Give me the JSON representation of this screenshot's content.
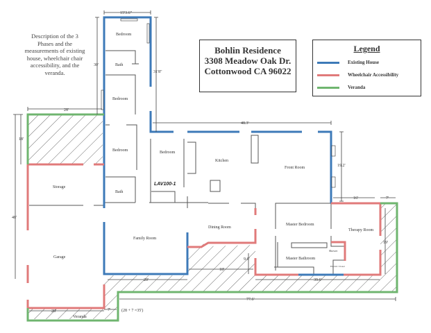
{
  "description": "Description of the 3 Phases and the measurements of existing house, wheelchair chair accessibility, and the veranda.",
  "title": {
    "line1": "Bohlin Residence",
    "line2": "3308 Meadow Oak Dr.",
    "line3": "Cottonwood  CA  96022"
  },
  "legend": {
    "title": "Legend",
    "items": [
      {
        "label": "Existing House",
        "color": "#3d7ab8"
      },
      {
        "label": "Wheelchair Accessibility",
        "color": "#e07a7a"
      },
      {
        "label": "Veranda",
        "color": "#6fb56f"
      }
    ]
  },
  "rooms": {
    "bedroom1": "Bedroom",
    "bath1": "Bath",
    "bedroom2": "Bedroom",
    "bedroom3": "Bedroom",
    "bath2": "Bath",
    "bedroom4": "Bedroom",
    "kitchen": "Kitchen",
    "front_room": "Front Room",
    "storage": "Storage",
    "garage": "Garage",
    "family_room": "Family Room",
    "dining_room": "Dining Room",
    "master_bedroom": "Master Bedroom",
    "master_bathroom": "Master Bathroom",
    "shower": "Shower",
    "closet": "Electric Closet",
    "therapy_room": "Therapy Room",
    "veranda": "Veranda",
    "handwritten": "LAV100-1"
  },
  "dimensions": {
    "wing_width": "15'3.6\"",
    "wing_left": "30'",
    "wing_right": "31'8\"",
    "top_left": "28'",
    "left_upper": "18'",
    "left_total": "48'",
    "house_top": "48.3'",
    "front_room": "19.2'",
    "therapy_top": "16'",
    "veranda_right_width": "7'",
    "therapy_side": "19'",
    "family_room": "20'",
    "dining": "18'",
    "dining_step": "9.6'",
    "master": "39.6'",
    "total_bottom": "77.6'",
    "veranda_bottom": "28'",
    "veranda_step": "7'",
    "veranda_note": "(28 + 7 =35')"
  }
}
